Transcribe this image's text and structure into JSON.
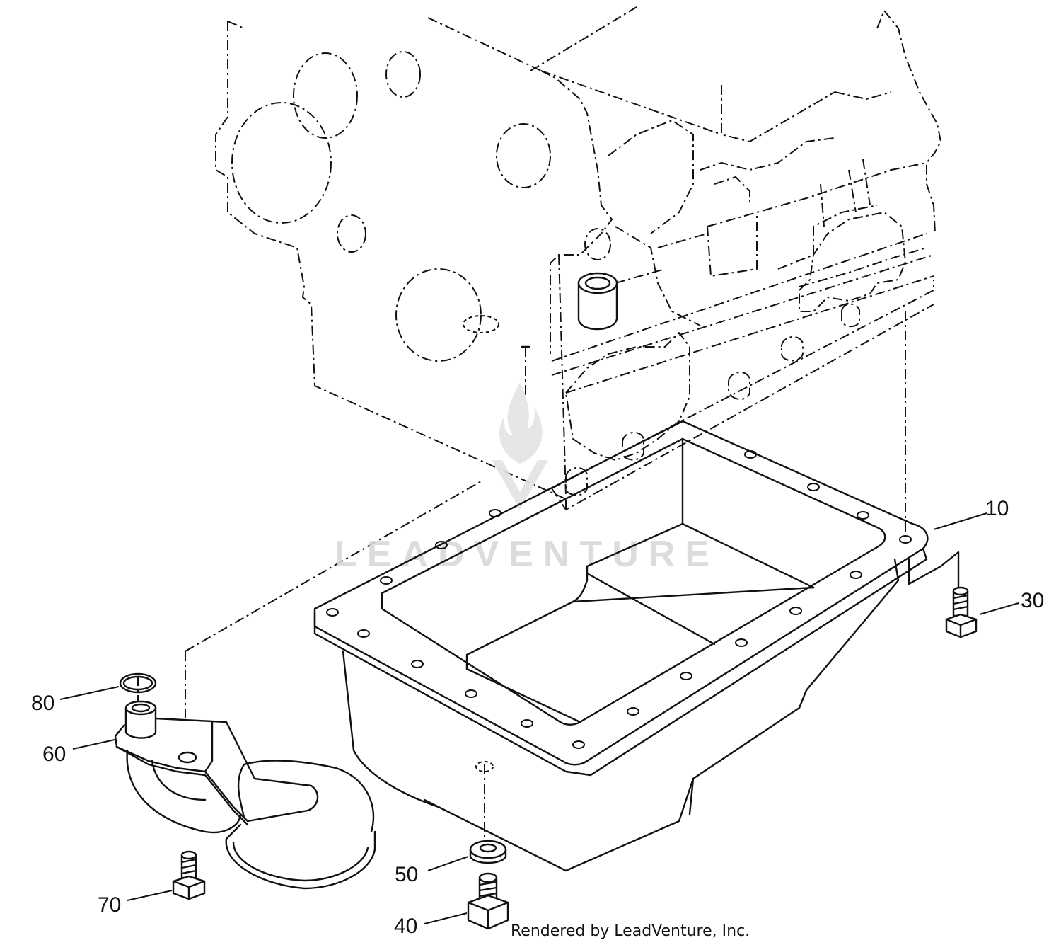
{
  "callouts": [
    {
      "id": "10",
      "label": "10"
    },
    {
      "id": "30",
      "label": "30"
    },
    {
      "id": "40",
      "label": "40"
    },
    {
      "id": "50",
      "label": "50"
    },
    {
      "id": "60",
      "label": "60"
    },
    {
      "id": "70",
      "label": "70"
    },
    {
      "id": "80",
      "label": "80"
    }
  ],
  "watermark": {
    "text": "LEADVENTURE"
  },
  "footer": {
    "text": "Rendered by LeadVenture, Inc."
  }
}
